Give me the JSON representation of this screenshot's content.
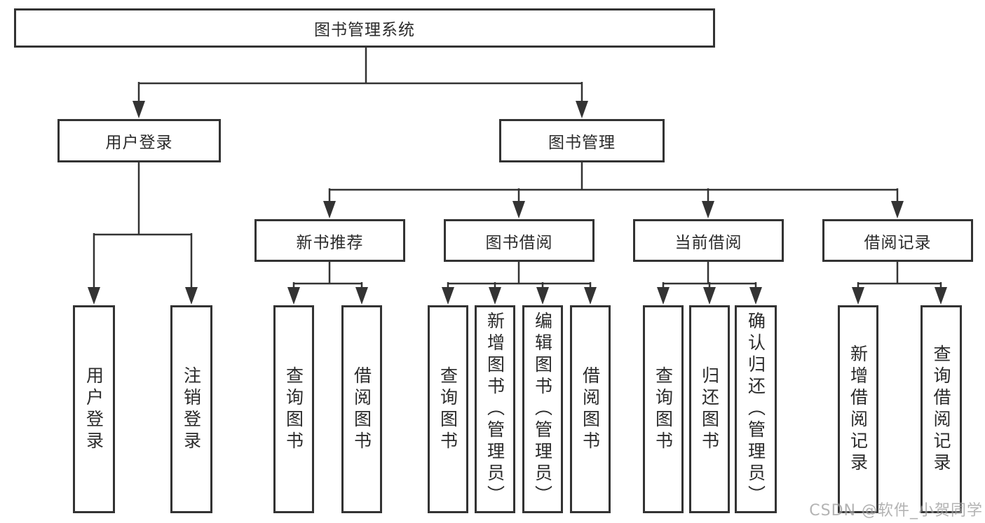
{
  "tree": {
    "root": {
      "label": "图书管理系统"
    },
    "branches": [
      {
        "label": "用户登录",
        "children": [
          {
            "label": "用户登录"
          },
          {
            "label": "注销登录"
          }
        ]
      },
      {
        "label": "图书管理",
        "children": [
          {
            "label": "新书推荐",
            "children": [
              {
                "label": "查询图书"
              },
              {
                "label": "借阅图书"
              }
            ]
          },
          {
            "label": "图书借阅",
            "children": [
              {
                "label": "查询图书"
              },
              {
                "label": "新增图书（管理员）"
              },
              {
                "label": "编辑图书（管理员）"
              },
              {
                "label": "借阅图书"
              }
            ]
          },
          {
            "label": "当前借阅",
            "children": [
              {
                "label": "查询图书"
              },
              {
                "label": "归还图书"
              },
              {
                "label": "确认归还（管理员）"
              }
            ]
          },
          {
            "label": "借阅记录",
            "children": [
              {
                "label": "新增借阅记录"
              },
              {
                "label": "查询借阅记录"
              }
            ]
          }
        ]
      }
    ]
  },
  "watermark": {
    "text": "CSDN @软件_小贺同学"
  },
  "colors": {
    "line": "#333333",
    "text": "#2b2b2b",
    "background": "#ffffff",
    "watermark": "#9a9a9a"
  }
}
